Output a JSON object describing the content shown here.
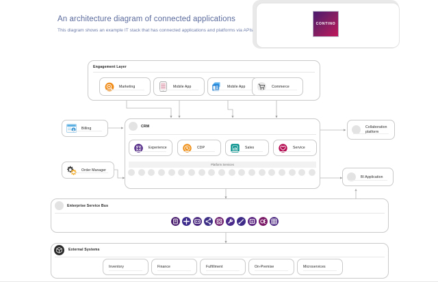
{
  "header": {
    "title": "An architecture diagram of connected applications",
    "subtitle": "This diagram shows an example IT stack that has connected applications and platforms via  APIs",
    "logo_text": "CONTINO",
    "logo_colors": {
      "from": "#4a1a6e",
      "mid": "#7d1f63",
      "to": "#c0185b"
    }
  },
  "engagement_layer": {
    "label": "Engagement Layer",
    "cards": [
      {
        "label": "Marketing",
        "icon": "marketing-target-icon",
        "color": "#f08c1a"
      },
      {
        "label": "Mobile App",
        "icon": "smartphone-icon",
        "color": "#7a7a7a"
      },
      {
        "label": "Mobile App",
        "icon": "app-windows-icon",
        "color": "#1b7fd4"
      },
      {
        "label": "Commerce",
        "icon": "shopping-cart-icon",
        "color": "#9a9a9a"
      }
    ]
  },
  "left_column": {
    "cards": [
      {
        "label": "Billing",
        "icon": "invoice-dollar-icon",
        "color": "#3b9de0"
      },
      {
        "label": "Order Manager",
        "icon": "gears-icon",
        "color": "#f2a81e"
      }
    ]
  },
  "right_column": {
    "cards": [
      {
        "label": "Collaboration platform",
        "icon": "circle-placeholder-icon",
        "color": "#e3e3e3"
      },
      {
        "label": "BI Application",
        "icon": "circle-placeholder-icon",
        "color": "#e3e3e3"
      }
    ]
  },
  "crm": {
    "label": "CRM",
    "cards": [
      {
        "label": "Experience",
        "icon": "experience-grid-icon",
        "color": "#45187d"
      },
      {
        "label": "CDP",
        "icon": "cdp-database-icon",
        "color": "#ef8e15"
      },
      {
        "label": "Sales",
        "icon": "sales-chart-icon",
        "color": "#008f8a"
      },
      {
        "label": "Service",
        "icon": "heart-icon",
        "color": "#b50d52"
      }
    ],
    "platform_services": {
      "label": "Platform Services",
      "dot_count": 19,
      "dot_color": "#e6e6e6"
    }
  },
  "esb": {
    "label": "Enterprise Service Bus",
    "icons": [
      {
        "name": "api-endpoint-icon",
        "color": "#4b1f6f"
      },
      {
        "name": "add-connector-icon",
        "color": "#3d2b8c"
      },
      {
        "name": "gateway-icon",
        "color": "#4b2a80"
      },
      {
        "name": "share-network-icon",
        "color": "#3d2f86"
      },
      {
        "name": "monitor-icon",
        "color": "#6b1b6b"
      },
      {
        "name": "wrench-icon",
        "color": "#4a2a8a"
      },
      {
        "name": "tools-icon",
        "color": "#3f2c88"
      },
      {
        "name": "transform-icon",
        "color": "#5b2480"
      },
      {
        "name": "meter-icon",
        "color": "#7b1a66"
      },
      {
        "name": "grid-icon",
        "color": "#4a2580"
      }
    ]
  },
  "external_systems": {
    "label": "External Systems",
    "icon": "cube-3d-icon",
    "cards": [
      {
        "label": "Inventory"
      },
      {
        "label": "Finance"
      },
      {
        "label": "Fulfillment"
      },
      {
        "label": "On-Premise"
      },
      {
        "label": "Microservices"
      }
    ]
  }
}
